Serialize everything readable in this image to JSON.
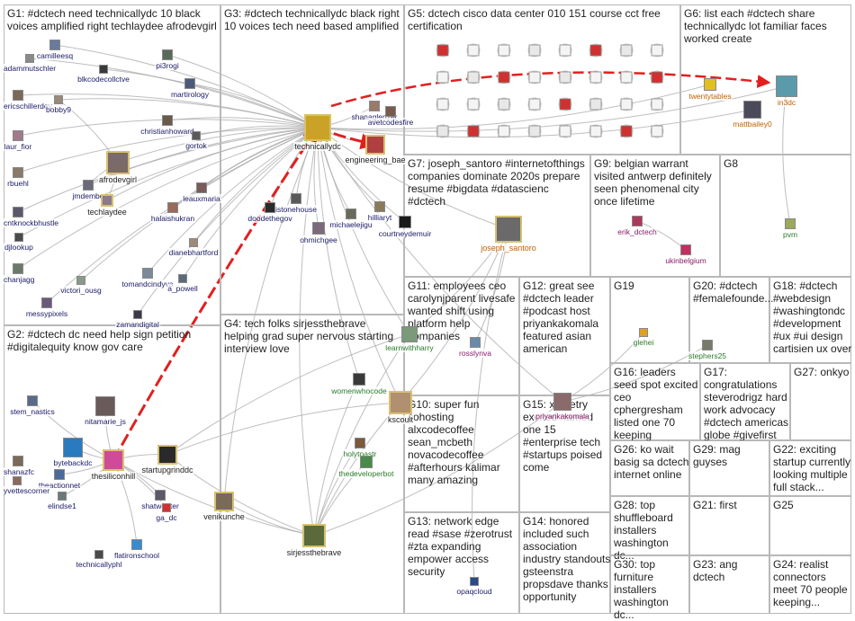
{
  "groups": [
    {
      "id": "G1",
      "label": "G1: #dctech need technicallydc 10 black voices amplified right techlaydee afrodevgirl"
    },
    {
      "id": "G2",
      "label": "G2: #dctech dc need help sign petition #digitalequity know gov care"
    },
    {
      "id": "G3",
      "label": "G3: #dctech technicallydc black right 10 voices tech need based amplified"
    },
    {
      "id": "G4",
      "label": "G4: tech folks sirjessthebrave helping grad super nervous starting interview love"
    },
    {
      "id": "G5",
      "label": "G5: dctech cisco data center 010 151 course cct free certification"
    },
    {
      "id": "G6",
      "label": "G6: list each #dctech share technicallydc lot familiar faces worked create"
    },
    {
      "id": "G7",
      "label": "G7: joseph_santoro #internetofthings companies dominate 2020s prepare resume #bigdata #datascienc #dctech"
    },
    {
      "id": "G8",
      "label": "G8"
    },
    {
      "id": "G9",
      "label": "G9: belgian warrant visited antwerp definitely seen phenomenal city once lifetime"
    },
    {
      "id": "G10",
      "label": "G10: super fun cohosting alxcodecoffee sean_mcbeth novacodecoffee #afterhours kalimar many amazing"
    },
    {
      "id": "G11",
      "label": "G11: employees ceo carolynjparent livesafe wanted shift using platform help companies"
    },
    {
      "id": "G12",
      "label": "G12: great see #dctech leader #podcast host priyankakomala featured asian american"
    },
    {
      "id": "G13",
      "label": "G13: network edge read #sase #zerotrust #zta expanding empower access security"
    },
    {
      "id": "G14",
      "label": "G14: honored included such association industry standouts gsteenstra propsdave thanks opportunity"
    },
    {
      "id": "G15",
      "label": "G15: xometry excited named one 15 #enterprise tech #startups poised come"
    },
    {
      "id": "G16",
      "label": "G16: leaders seed spot excited ceo cphergresham listed one 70 keeping"
    },
    {
      "id": "G17",
      "label": "G17: congratulations steverodrigz hard work advocacy #dctech americas globe #givefirst"
    },
    {
      "id": "G18",
      "label": "G18: #dctech #webdesign #washingtondc #development #ux #ui design cartisien ux over"
    },
    {
      "id": "G19",
      "label": "G19"
    },
    {
      "id": "G20",
      "label": "G20: #dctech #femalefounde..."
    },
    {
      "id": "G21",
      "label": "G21: first"
    },
    {
      "id": "G22",
      "label": "G22: exciting startup currently looking multiple full stack..."
    },
    {
      "id": "G23",
      "label": "G23: ang dctech"
    },
    {
      "id": "G24",
      "label": "G24: realist connectors meet 70 people keeping..."
    },
    {
      "id": "G25",
      "label": "G25"
    },
    {
      "id": "G26",
      "label": "G26: ko wait basig sa dctech internet online"
    },
    {
      "id": "G27",
      "label": "G27: onkyo"
    },
    {
      "id": "G28",
      "label": "G28: top shuffleboard installers washington dc..."
    },
    {
      "id": "G29",
      "label": "G29: mag guyses"
    },
    {
      "id": "G30",
      "label": "G30: top furniture installers washington dc..."
    }
  ],
  "nodes": [
    {
      "id": "camilleesq",
      "label": "camilleesq",
      "hub": false,
      "color": "#6a7a9a"
    },
    {
      "id": "adammutschler",
      "label": "adammutschler",
      "hub": false,
      "color": "#8a8a8a"
    },
    {
      "id": "pi3rogi",
      "label": "pi3rogi",
      "hub": false,
      "color": "#5a6a5a"
    },
    {
      "id": "blkcodecollctve",
      "label": "blkcodecollctve",
      "hub": false,
      "color": "#3a3a3a"
    },
    {
      "id": "ericschillerdev",
      "label": "ericschillerdev",
      "hub": false,
      "color": "#7a6a5a"
    },
    {
      "id": "bobby9",
      "label": "bobby9",
      "hub": false,
      "color": "#9a8a7a"
    },
    {
      "id": "martirology",
      "label": "martirology",
      "hub": false,
      "color": "#4a5a7a"
    },
    {
      "id": "christianhoward",
      "label": "christianhoward",
      "hub": false,
      "color": "#6a5a4a"
    },
    {
      "id": "laur_fior",
      "label": "laur_fior",
      "hub": false,
      "color": "#a07a8a"
    },
    {
      "id": "gortok",
      "label": "gortok",
      "hub": false,
      "color": "#5a5a5a"
    },
    {
      "id": "afrodevgirl",
      "label": "afrodevgirl",
      "hub": true,
      "color": "#7a6a6a"
    },
    {
      "id": "rbuehl",
      "label": "rbuehl",
      "hub": false,
      "color": "#8a7a6a"
    },
    {
      "id": "jmdembe",
      "label": "jmdembe",
      "hub": false,
      "color": "#6a6a7a"
    },
    {
      "id": "techlaydee",
      "label": "techlaydee",
      "hub": true,
      "color": "#8a7a8a"
    },
    {
      "id": "leauxmaria",
      "label": "leauxmaria",
      "hub": false,
      "color": "#7a5a5a"
    },
    {
      "id": "cntknockbhustle",
      "label": "cntknockbhustle",
      "hub": false,
      "color": "#5a5a6a"
    },
    {
      "id": "halaishukran",
      "label": "halaishukran",
      "hub": false,
      "color": "#9a6a5a"
    },
    {
      "id": "djlookup",
      "label": "djlookup",
      "hub": false,
      "color": "#4a4a4a"
    },
    {
      "id": "dianebhartford",
      "label": "dianebhartford",
      "hub": false,
      "color": "#a08a7a"
    },
    {
      "id": "chanjagg",
      "label": "chanjagg",
      "hub": false,
      "color": "#6a7a6a"
    },
    {
      "id": "tomandcindyva",
      "label": "tomandcindyva",
      "hub": false,
      "color": "#7a8a9a"
    },
    {
      "id": "a_powell",
      "label": "a_powell",
      "hub": false,
      "color": "#5a6a7a"
    },
    {
      "id": "victori_ousg",
      "label": "victori_ousg",
      "hub": false,
      "color": "#8a9a8a"
    },
    {
      "id": "messypixels",
      "label": "messypixels",
      "hub": false,
      "color": "#6a5a7a"
    },
    {
      "id": "zamandigital",
      "label": "zamandigital",
      "hub": false,
      "color": "#3a3a4a"
    },
    {
      "id": "technicallydc",
      "label": "technicallydc",
      "hub": true,
      "color": "#c9a227"
    },
    {
      "id": "shanaglenzer",
      "label": "shanaglenzer",
      "hub": false,
      "color": "#9a7a6a"
    },
    {
      "id": "avetcodesfire",
      "label": "avetcodesfire",
      "hub": false,
      "color": "#7a5a4a"
    },
    {
      "id": "engineering_bae",
      "label": "engineering_bae",
      "hub": true,
      "color": "#b04040"
    },
    {
      "id": "hilliaryt",
      "label": "hilliaryt",
      "hub": false,
      "color": "#8a7a5a"
    },
    {
      "id": "istonehouse",
      "label": "istonehouse",
      "hub": false,
      "color": "#5a5a5a"
    },
    {
      "id": "doodethegov",
      "label": "doodethegov",
      "hub": false,
      "color": "#2a2a2a"
    },
    {
      "id": "michaelejigu",
      "label": "michaelejigu",
      "hub": false,
      "color": "#6a6a5a"
    },
    {
      "id": "ohmichgee",
      "label": "ohmichgee",
      "hub": false,
      "color": "#7a6a7a"
    },
    {
      "id": "courtneydemuir",
      "label": "courtneydemuir",
      "hub": false,
      "color": "#1a1a1a"
    },
    {
      "id": "twentytables",
      "label": "twentytables",
      "hub": false,
      "color": "#e0c020"
    },
    {
      "id": "in3dc",
      "label": "in3dc",
      "hub": false,
      "color": "#5a9aaa"
    },
    {
      "id": "mattbailey0",
      "label": "mattbailey0",
      "hub": false,
      "color": "#4a4a5a"
    },
    {
      "id": "joseph_santoro",
      "label": "joseph_santoro",
      "hub": true,
      "color": "#6a6a6a"
    },
    {
      "id": "erik_dctech",
      "label": "erik_dctech",
      "hub": false,
      "color": "#aa3a5a"
    },
    {
      "id": "ukinbelgium",
      "label": "ukinbelgium",
      "hub": false,
      "color": "#c03060"
    },
    {
      "id": "pvm",
      "label": "pvm",
      "hub": false,
      "color": "#9aaa5a"
    },
    {
      "id": "stem_nastics",
      "label": "stem_nastics",
      "hub": false,
      "color": "#5a6a8a"
    },
    {
      "id": "nitamarie_js",
      "label": "nitamarie_js",
      "hub": false,
      "color": "#6a5a5a"
    },
    {
      "id": "bytebackdc",
      "label": "bytebackdc",
      "hub": false,
      "color": "#2a7ac0"
    },
    {
      "id": "shanazfc",
      "label": "shanazfc",
      "hub": false,
      "color": "#7a6a5a"
    },
    {
      "id": "theactionnet",
      "label": "theactionnet",
      "hub": false,
      "color": "#4a6a9a"
    },
    {
      "id": "thesiliconhill",
      "label": "thesiliconhill",
      "hub": true,
      "color": "#d04a9a"
    },
    {
      "id": "startupgrinddc",
      "label": "startupgrinddc",
      "hub": true,
      "color": "#2a2a2a"
    },
    {
      "id": "yvettescorner",
      "label": "yvettescorner",
      "hub": false,
      "color": "#8a6a5a"
    },
    {
      "id": "elindse1",
      "label": "elindse1",
      "hub": false,
      "color": "#6a7a7a"
    },
    {
      "id": "shatweeter",
      "label": "shatweeter",
      "hub": false,
      "color": "#5a5a6a"
    },
    {
      "id": "ga_dc",
      "label": "ga_dc",
      "hub": false,
      "color": "#d03030"
    },
    {
      "id": "venikunche",
      "label": "venikunche",
      "hub": true,
      "color": "#7a6a5a"
    },
    {
      "id": "flatironschool",
      "label": "flatironschool",
      "hub": false,
      "color": "#3a8ad0"
    },
    {
      "id": "technicallyphl",
      "label": "technicallyphl",
      "hub": false,
      "color": "#4a4a4a"
    },
    {
      "id": "learnwithharry",
      "label": "learnwithharry",
      "hub": false,
      "color": "#7a9a7a"
    },
    {
      "id": "womenwhocode",
      "label": "womenwhocode",
      "hub": false,
      "color": "#3a3a3a"
    },
    {
      "id": "kscoult",
      "label": "kscoult",
      "hub": true,
      "color": "#b09070"
    },
    {
      "id": "holytoastr",
      "label": "holytoastr",
      "hub": false,
      "color": "#7a5a3a"
    },
    {
      "id": "thedeveloperbot",
      "label": "thedeveloperbot",
      "hub": false,
      "color": "#4a8a4a"
    },
    {
      "id": "sirjessthebrave",
      "label": "sirjessthebrave",
      "hub": true,
      "color": "#5a6a3a"
    },
    {
      "id": "rosslynva",
      "label": "rosslynva",
      "hub": false,
      "color": "#6a8aaa"
    },
    {
      "id": "priyankakomala",
      "label": "priyankakomala",
      "hub": false,
      "color": "#8a6a6a"
    },
    {
      "id": "opaqcloud",
      "label": "opaqcloud",
      "hub": false,
      "color": "#2a4a8a"
    },
    {
      "id": "stephers25",
      "label": "stephers25",
      "hub": false,
      "color": "#7a7a6a"
    },
    {
      "id": "glehei",
      "label": "glehei",
      "hub": false,
      "color": "#e0a020"
    }
  ]
}
